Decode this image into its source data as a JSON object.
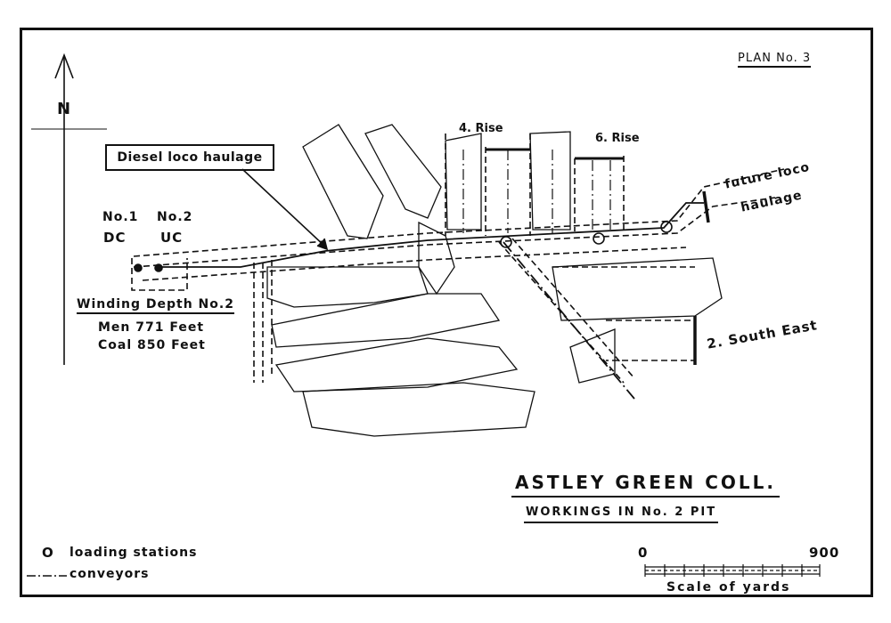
{
  "plan_label": "PLAN No. 3",
  "north_label": "N",
  "callout": "Diesel loco haulage",
  "shafts": {
    "no1": {
      "name": "No.1",
      "type": "DC"
    },
    "no2": {
      "name": "No.2",
      "type": "UC"
    }
  },
  "winding": {
    "title": "Winding Depth No.2",
    "men": "Men 771 Feet",
    "coal": "Coal 850 Feet"
  },
  "districts": {
    "rise4": "4. Rise",
    "rise6": "6. Rise",
    "south_east": "2. South East",
    "future_1": "future loco",
    "future_2": "haulage"
  },
  "title": {
    "main": "ASTLEY GREEN COLL.",
    "sub": "WORKINGS IN No. 2 PIT"
  },
  "legend": {
    "loading_symbol": "O",
    "loading": "loading stations",
    "conveyors": "conveyors"
  },
  "scale": {
    "start": "0",
    "end": "900",
    "label": "Scale of yards"
  }
}
